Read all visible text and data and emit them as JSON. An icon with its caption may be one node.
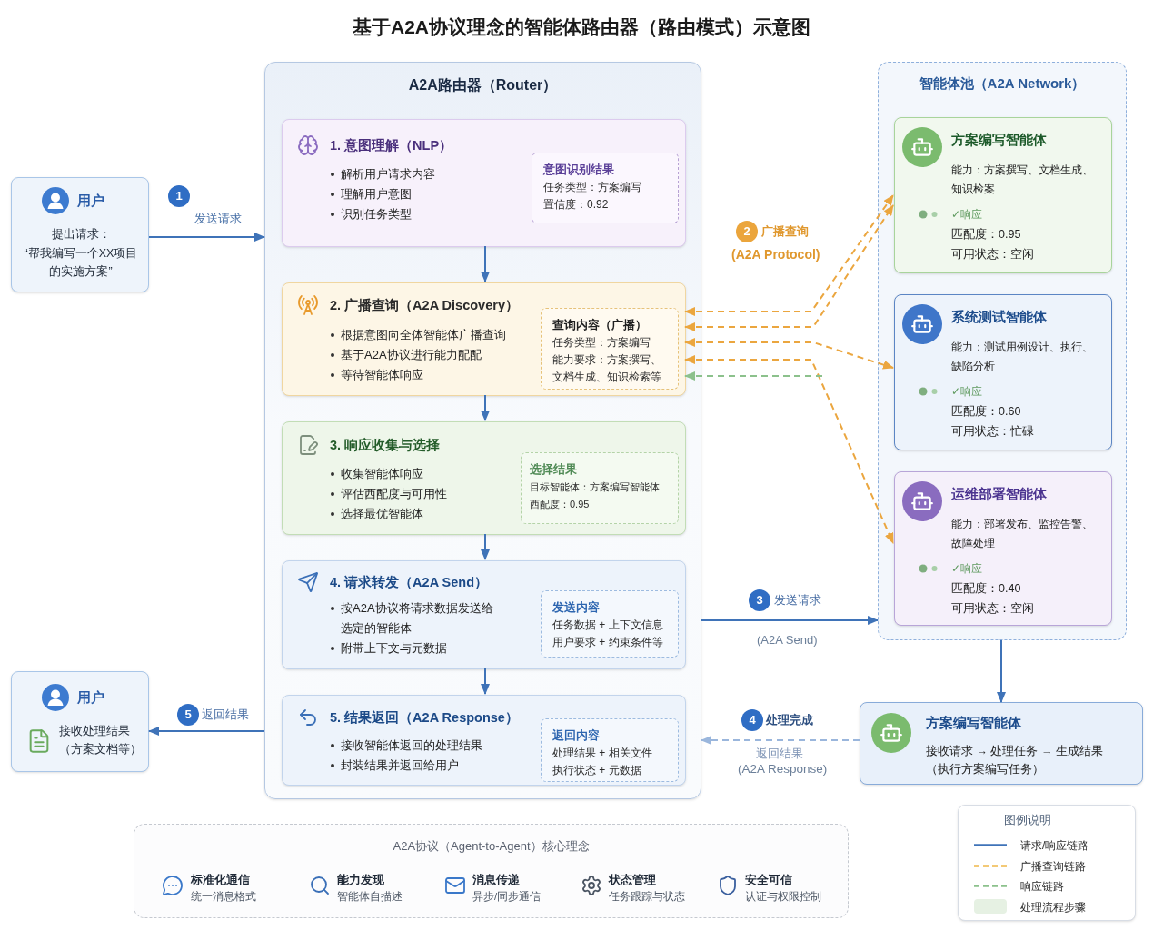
{
  "diagram": {
    "title": "基于A2A协议理念的智能体路由器（路由模式）示意图",
    "nodes": [
      {
        "text": [
          "用户",
          "提出请求：",
          "“帮我编写一个XX项目的实施方案”"
        ]
      },
      {
        "text": [
          "A2A路由器（Router）"
        ]
      },
      {
        "text": [
          "1. 意图理解（NLP）",
          "解析用户请求内容",
          "理解用户意图",
          "识别任务类型"
        ],
        "in": 1
      },
      {
        "text": [
          "意图识别结果",
          "任务类型：方案编写",
          "置信度：0.92"
        ],
        "in": 2
      },
      {
        "text": [
          "2. 广播查询（A2A Discovery）",
          "根据意图向全体智能体广播查询",
          "基于A2A协议进行能力配配",
          "等待智能体响应"
        ],
        "in": 1
      },
      {
        "text": [
          "查询内容（广播）",
          "任务类型：方案编写",
          "能力要求：方案撰写、文档生成、知识检索等"
        ],
        "in": 4
      },
      {
        "text": [
          "3. 响应收集与选择",
          "收集智能体响应",
          "评估西配度与可用性",
          "选择最优智能体"
        ],
        "in": 1
      },
      {
        "text": [
          "选择结果",
          "目标智能体：方案编写智能体",
          "西配度：0.95"
        ],
        "in": 6
      },
      {
        "text": [
          "4. 请求转发（A2A Send）",
          "按A2A协议将请求数据发送给选定的智能体",
          "附带上下文与元数据"
        ],
        "in": 1
      },
      {
        "text": [
          "发送内容",
          "任务数据 + 上下文信息",
          "用户要求 + 约束条件等"
        ],
        "in": 8
      },
      {
        "text": [
          "5. 结果返回（A2A Response）",
          "接收智能体返回的处理结果",
          "封装结果并返回给用户"
        ],
        "in": 1
      },
      {
        "text": [
          "返回内容",
          "处理结果 + 相关文件",
          "执行状态 + 元数据"
        ],
        "in": 10
      },
      {
        "text": [
          "用户",
          "接收处理结果（方案文档等）"
        ]
      },
      {
        "text": [
          "智能体池（A2A Network）"
        ]
      },
      {
        "text": [
          "方案编写智能体",
          "能力：方案撰写、文档生成、知识检案",
          "✓响应",
          "匹配度：0.95",
          "可用状态：空闲"
        ],
        "in": 13
      },
      {
        "text": [
          "系统测试智能体",
          "能力：测试用例设计、执行、缺陷分析",
          "✓响应",
          "匹配度：0.60",
          "可用状态：忙碌"
        ],
        "in": 13
      },
      {
        "text": [
          "运维部署智能体",
          "能力：部署发布、监控告警、故障处理",
          "✓响应",
          "匹配度：0.40",
          "可用状态：空闲"
        ],
        "in": 13
      },
      {
        "text": [
          "方案编写智能体",
          "接收请求 → 处理任务 → 生成结果",
          "（执行方案编写任务）"
        ]
      },
      {
        "text": [
          "A2A协议（Agent-to-Agent）核心理念"
        ]
      }
    ],
    "edges": [
      {
        "from": 0,
        "to": 1,
        "arrow": "to",
        "label": "发送请求"
      },
      {
        "from": 2,
        "to": 4,
        "arrow": "to"
      },
      {
        "from": 4,
        "to": 6,
        "arrow": "to"
      },
      {
        "from": 6,
        "to": 8,
        "arrow": "to"
      },
      {
        "from": 8,
        "to": 10,
        "arrow": "to"
      },
      {
        "from": 4,
        "to": 14,
        "arrow": "both",
        "label": "广播查询",
        "style": "dashed",
        "color": "#eba63f"
      },
      {
        "from": 4,
        "to": 14,
        "arrow": "both",
        "style": "dashed",
        "color": "#eba63f"
      },
      {
        "from": 4,
        "to": 15,
        "arrow": "both",
        "style": "dashed",
        "color": "#eba63f"
      },
      {
        "from": 4,
        "to": 16,
        "arrow": "both",
        "style": "dashed",
        "color": "#eba63f"
      },
      {
        "from": null,
        "to": 4,
        "arrow": "to",
        "style": "dashed",
        "color": "#8cc18c"
      },
      {
        "from": 1,
        "to": 13,
        "arrow": "to",
        "label": "发送请求"
      },
      {
        "from": 17,
        "to": 1,
        "arrow": "to",
        "label": "处理完成",
        "style": "dashed",
        "color": "#9ab6dc"
      },
      {
        "from": 1,
        "to": 12,
        "arrow": "to",
        "label": "返回结果"
      },
      {
        "from": 13,
        "to": 17,
        "arrow": "to"
      }
    ],
    "labels": [
      "1",
      "2",
      "(A2A Protocol)",
      "3",
      "(A2A Send)",
      "5",
      "4",
      "返回结果",
      "(A2A Response)",
      "图例说明",
      "标准化通信",
      "统一消息格式",
      "能力发现",
      "智能体自描述",
      "消息传递",
      "异步/同步通信",
      "状态管理",
      "任务跟踪与状态",
      "安全可信",
      "认证与权限控制"
    ],
    "legend": [
      {
        "text": "请求/响应链路"
      },
      {
        "text": "广播查询链路"
      },
      {
        "text": "响应链路"
      },
      {
        "text": "处理流程步骤",
        "color": "#e6f1e3"
      }
    ]
  }
}
